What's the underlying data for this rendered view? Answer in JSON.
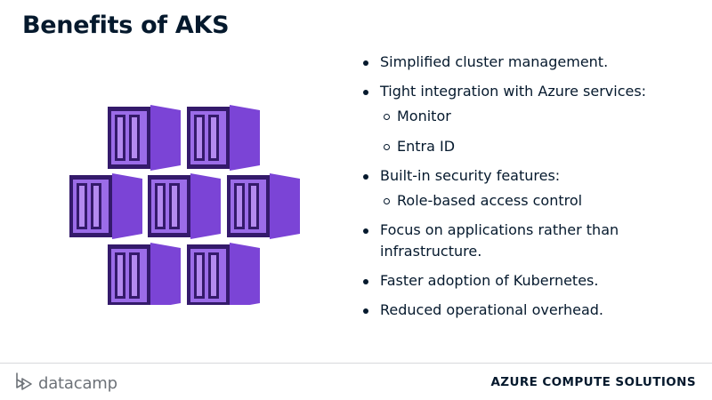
{
  "slide": {
    "title": "Benefits of AKS",
    "bullets": [
      {
        "text": "Simplified cluster management.",
        "subs": []
      },
      {
        "text": "Tight integration with Azure services:",
        "subs": [
          "Monitor",
          "Entra ID"
        ]
      },
      {
        "text": "Built-in security features:",
        "subs": [
          "Role-based access control"
        ]
      },
      {
        "text": "Focus on applications rather than infrastructure.",
        "subs": []
      },
      {
        "text": "Faster adoption of Kubernetes.",
        "subs": []
      },
      {
        "text": "Reduced operational overhead.",
        "subs": []
      }
    ]
  },
  "logo": {
    "icon": "aks-cubes-icon",
    "colors": {
      "front": "#9b6ce8",
      "side": "#7b44d6",
      "dark": "#341a6b",
      "inner": "#b48af0"
    }
  },
  "footer": {
    "brand": "datacamp",
    "brand_icon": "datacamp-logo-icon",
    "course": "AZURE COMPUTE SOLUTIONS"
  }
}
